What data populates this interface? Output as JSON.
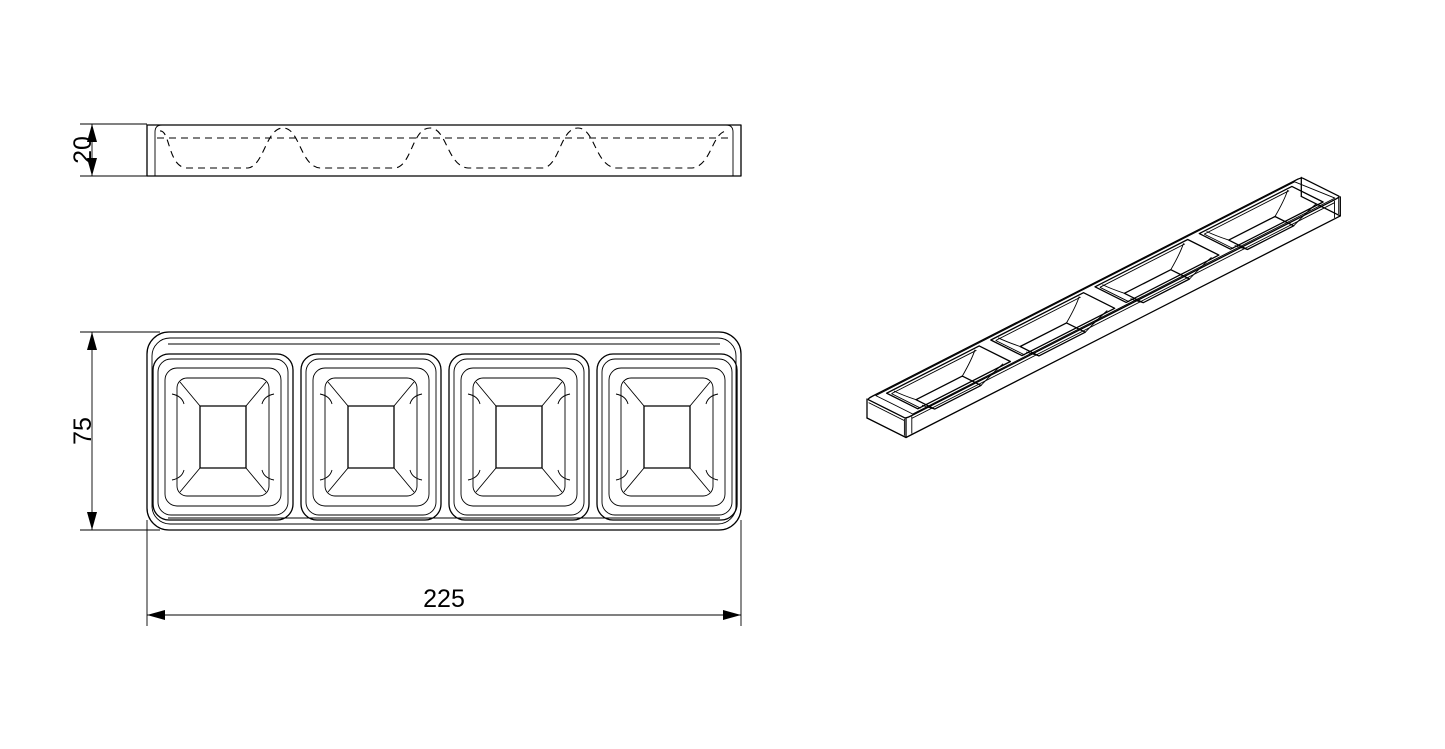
{
  "dimensions": {
    "height": "20",
    "depth": "75",
    "length": "225"
  },
  "compartments": 4,
  "stroke_color": "#000000",
  "background_color": "#ffffff"
}
